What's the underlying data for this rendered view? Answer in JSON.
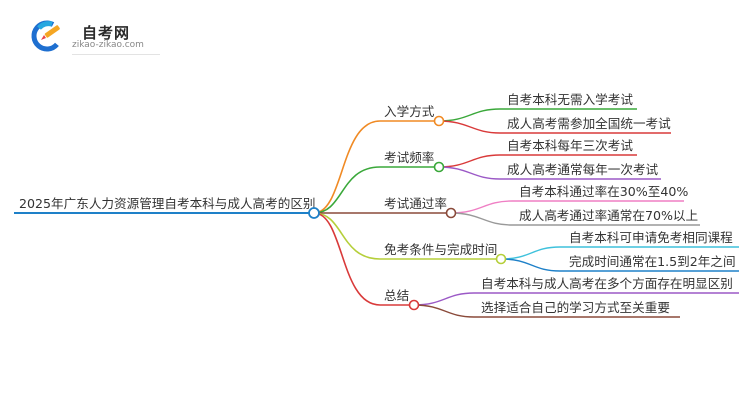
{
  "logo": {
    "title": "自考网",
    "url": "zikao-zikao.com",
    "mark_colors": [
      "#1e6fd0",
      "#27a7e0",
      "#f5a623",
      "#e8454a"
    ]
  },
  "mindmap": {
    "root": {
      "label": "2025年广东人力资源管理自考本科与成人高考的区别",
      "color": "#1e80c8"
    },
    "branches": [
      {
        "label": "入学方式",
        "color": "#f08a24",
        "children": [
          {
            "label": "自考本科无需入学考试",
            "color": "#3aa83a"
          },
          {
            "label": "成人高考需参加全国统一考试",
            "color": "#d93a3a"
          }
        ]
      },
      {
        "label": "考试频率",
        "color": "#3aa83a",
        "children": [
          {
            "label": "自考本科每年三次考试",
            "color": "#d93a3a"
          },
          {
            "label": "成人高考通常每年一次考试",
            "color": "#9b59c6"
          }
        ]
      },
      {
        "label": "考试通过率",
        "color": "#8a4a3a",
        "children": [
          {
            "label": "自考本科通过率在30%至40%",
            "color": "#ef7fc4"
          },
          {
            "label": "成人高考通过率通常在70%以上",
            "color": "#999999"
          }
        ]
      },
      {
        "label": "免考条件与完成时间",
        "color": "#b5cf3a",
        "children": [
          {
            "label": "自考本科可申请免考相同课程",
            "color": "#3ec1dc"
          },
          {
            "label": "完成时间通常在1.5到2年之间",
            "color": "#1e80c8"
          }
        ]
      },
      {
        "label": "总结",
        "color": "#d93a3a",
        "children": [
          {
            "label": "自考本科与成人高考在多个方面存在明显区别",
            "color": "#9b59c6"
          },
          {
            "label": "选择适合自己的学习方式至关重要",
            "color": "#8a4a3a"
          }
        ]
      }
    ]
  }
}
